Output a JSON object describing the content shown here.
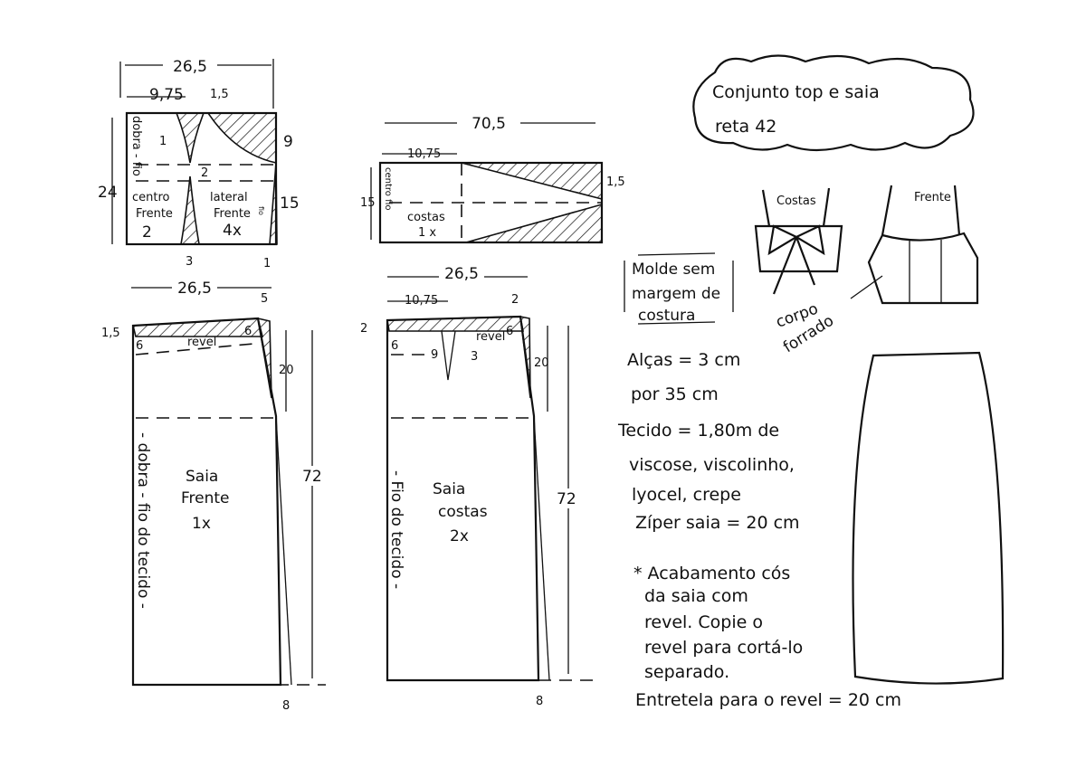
{
  "title": {
    "line1": "Conjunto top e saia",
    "line2": "reta 42"
  },
  "top_front_pattern": {
    "width": "26,5",
    "center_width": "9,75",
    "offset": "1,5",
    "height": "24",
    "side_upper": "9",
    "side_lower": "15",
    "dart_gap": "2",
    "dart_width": "3",
    "side_bottom": "1",
    "dart_point": "1",
    "fold_label": "dobra - fio",
    "center_piece": {
      "name": "centro",
      "sub": "Frente",
      "qty": "2"
    },
    "side_piece": {
      "name": "lateral",
      "sub": "Frente",
      "qty": "4x",
      "grain": "fio"
    }
  },
  "top_back_pattern": {
    "width": "70,5",
    "left_width": "10,75",
    "height": "15",
    "right_height": "1,5",
    "center_label": "centro fio",
    "name": "costas",
    "qty": "1 x"
  },
  "skirt_front": {
    "width": "26,5",
    "side_offset": "5",
    "waist_drop": "1,5",
    "facing_left": "6",
    "facing_right": "6",
    "facing_label": "revel",
    "hip_depth": "20",
    "length": "72",
    "hem_flare": "8",
    "name": "Saia",
    "sub": "Frente",
    "qty": "1x",
    "fold_label": "- dobra - fio do tecido -"
  },
  "skirt_back": {
    "width": "26,5",
    "left_width": "10,75",
    "side_offset": "2",
    "waist_drop": "2",
    "facing_left": "6",
    "facing_right": "6",
    "facing_label": "revel",
    "dart_length": "9",
    "dart_width": "3",
    "hip_depth": "20",
    "length": "72",
    "hem_flare": "8",
    "name": "Saia",
    "sub": "costas",
    "qty": "2x",
    "grain_label": "- Fio do tecido -"
  },
  "illustration": {
    "back_label": "Costas",
    "front_label": "Frente",
    "body_label_1": "corpo",
    "body_label_2": "forrado"
  },
  "notes": {
    "box": [
      "Molde sem",
      "margem de",
      "costura"
    ],
    "straps_1": "Alças = 3 cm",
    "straps_2": "por 35 cm",
    "fabric_1": "Tecido = 1,80m de",
    "fabric_2": "viscose, viscolinho,",
    "fabric_3": "lyocel, crepe",
    "zipper": "Zíper saia = 20 cm",
    "finish": [
      "* Acabamento cós",
      "da saia com",
      "revel. Copie o",
      "revel para cortá-lo",
      "separado."
    ],
    "interfacing": "Entretela para o revel = 20 cm"
  }
}
